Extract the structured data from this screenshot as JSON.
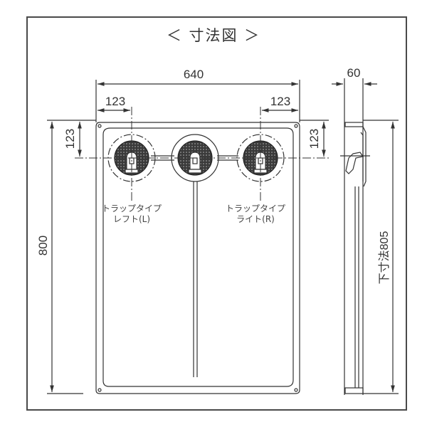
{
  "title": "＜ 寸法図 ＞",
  "dimensions": {
    "width_total": "640",
    "left_offset_h": "123",
    "right_offset_h": "123",
    "left_offset_v": "123",
    "right_offset_v": "123",
    "height_total": "800",
    "depth": "60",
    "lower_dimension": "下寸法805"
  },
  "labels": {
    "trap_left_line1": "トラップタイプ",
    "trap_left_line2": "レフト(L)",
    "trap_right_line1": "トラップタイプ",
    "trap_right_line2": "ライト(R)"
  },
  "colors": {
    "line": "#333333",
    "frame": "#4a4a4a",
    "background": "#ffffff"
  }
}
